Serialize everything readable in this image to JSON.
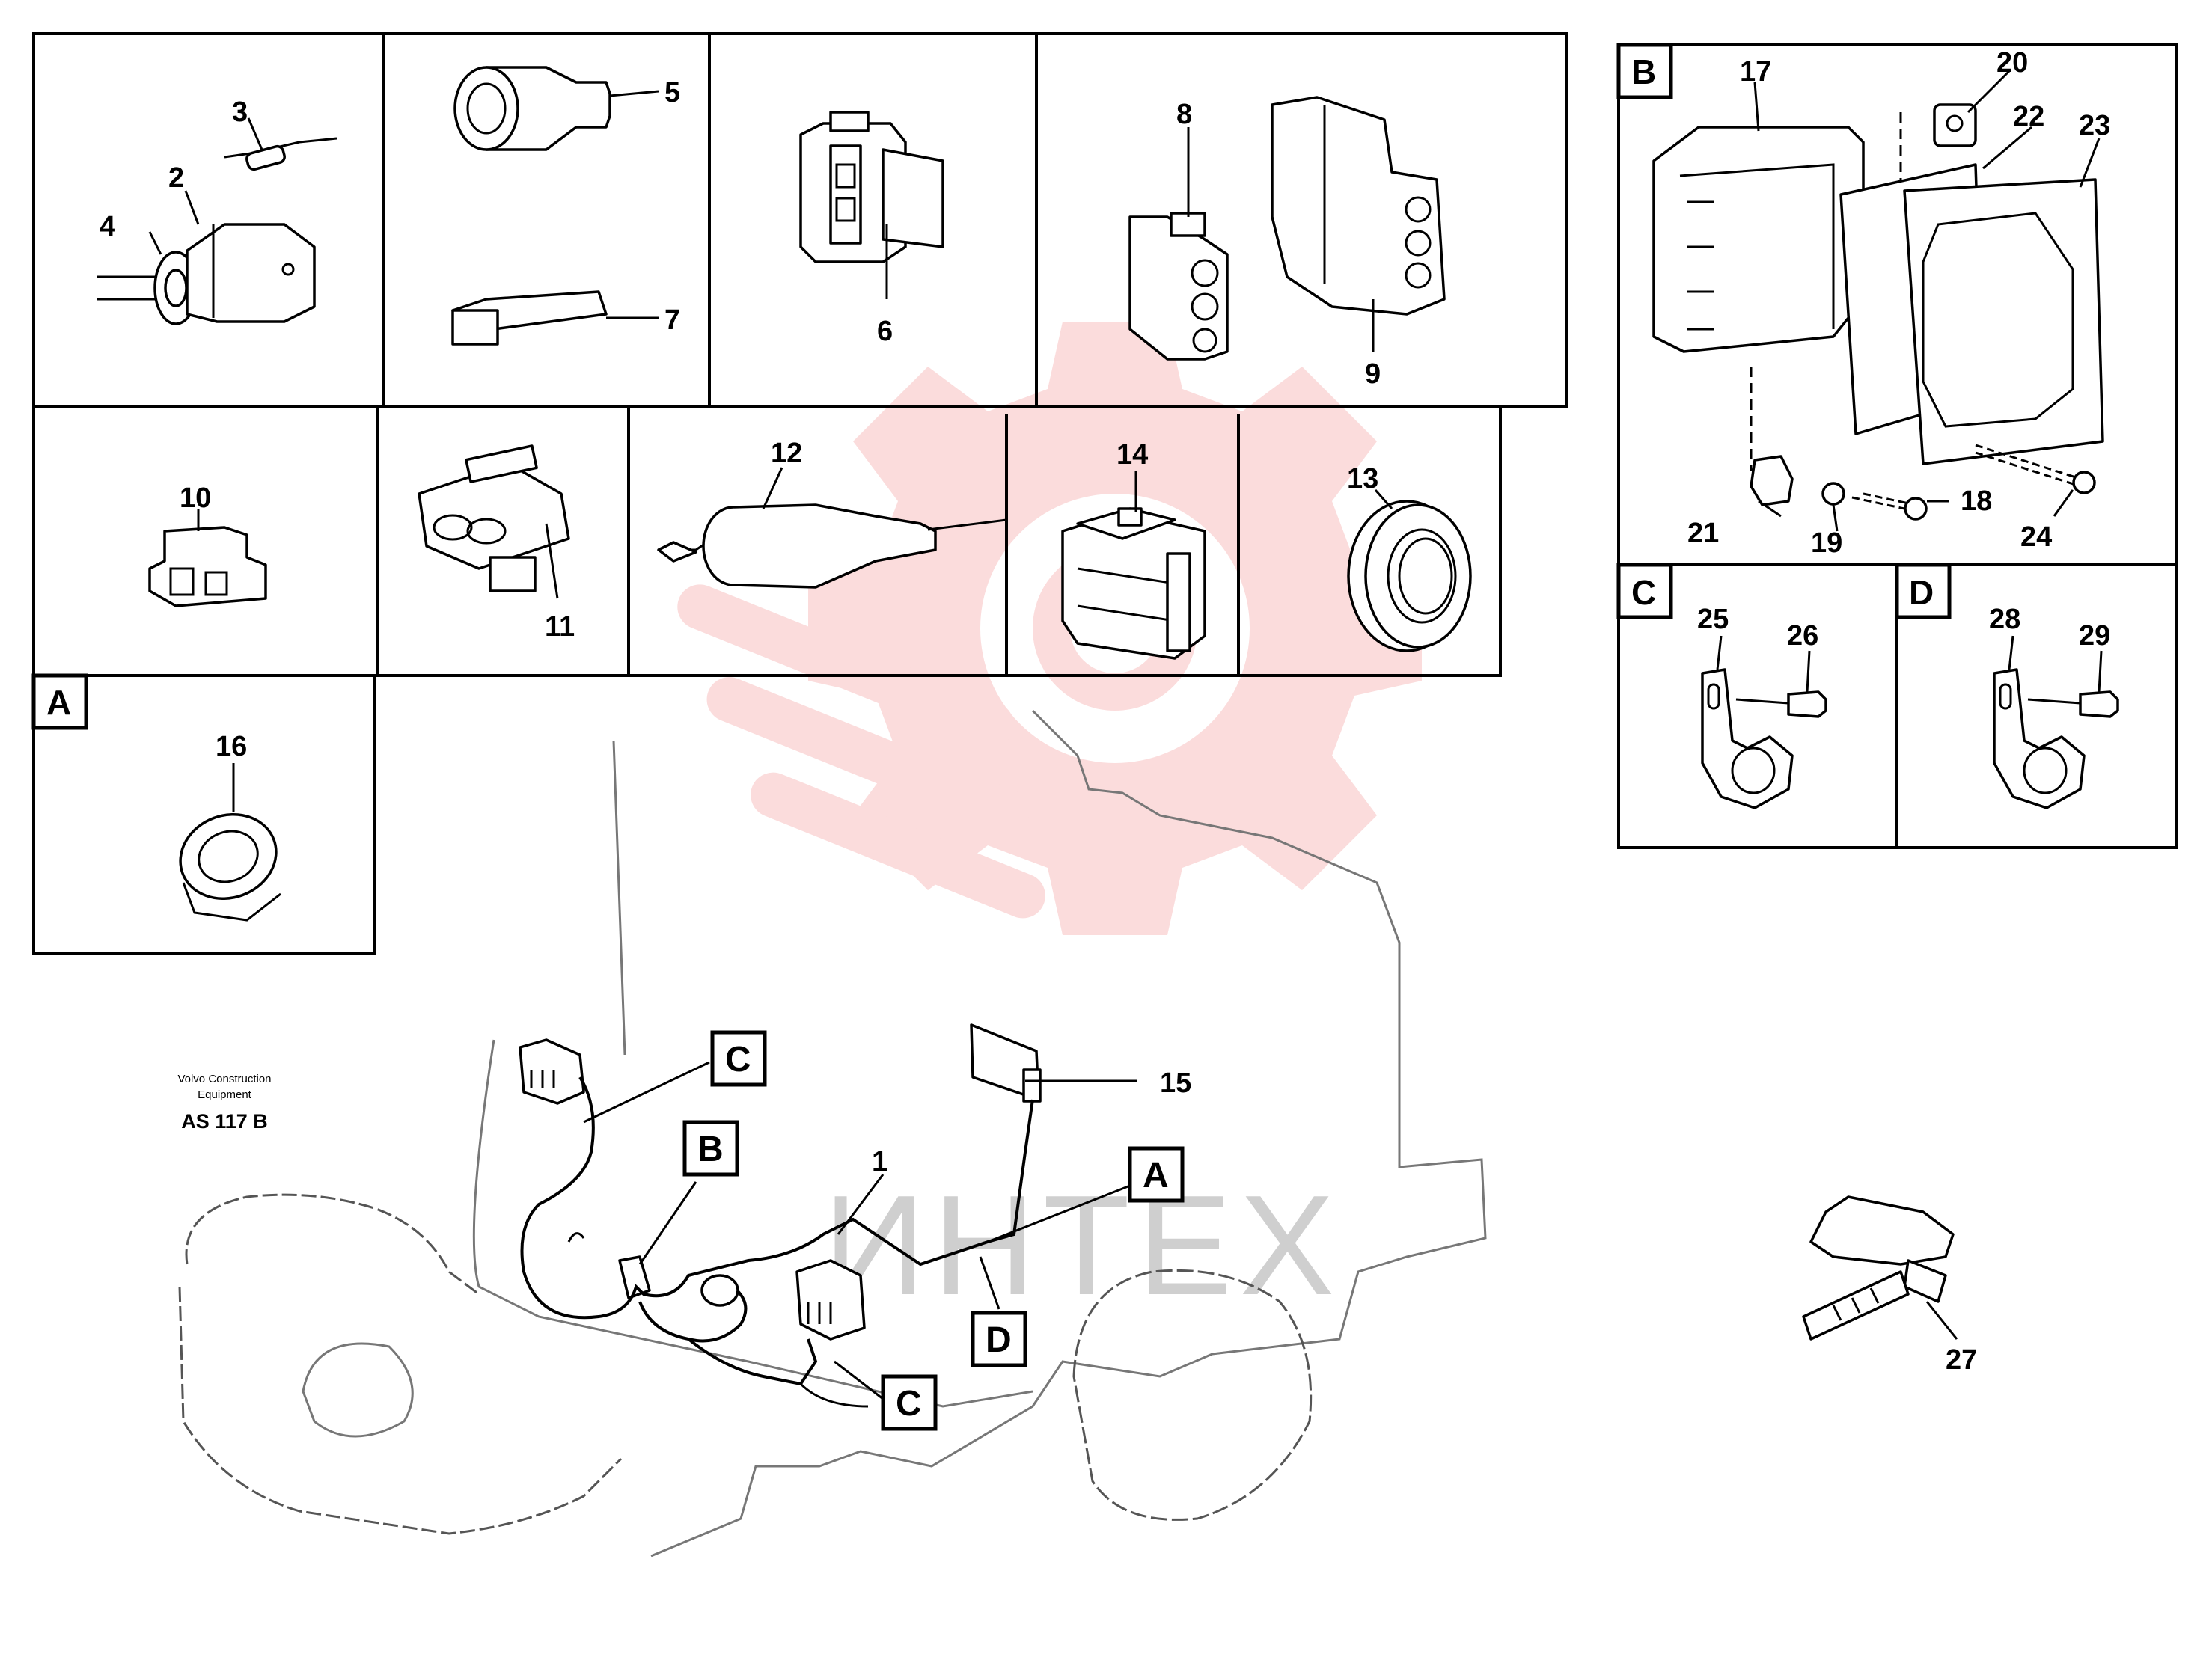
{
  "parts": {
    "p1": "1",
    "p2": "2",
    "p3": "3",
    "p4": "4",
    "p5": "5",
    "p6": "6",
    "p7": "7",
    "p8": "8",
    "p9": "9",
    "p10": "10",
    "p11": "11",
    "p12": "12",
    "p13": "13",
    "p14": "14",
    "p15": "15",
    "p16": "16",
    "p17": "17",
    "p18": "18",
    "p19": "19",
    "p20": "20",
    "p21": "21",
    "p22": "22",
    "p23": "23",
    "p24": "24",
    "p25": "25",
    "p26": "26",
    "p27": "27",
    "p28": "28",
    "p29": "29"
  },
  "sections": {
    "a": "A",
    "b": "B",
    "c": "C",
    "d": "D"
  },
  "callouts": {
    "c1": "C",
    "b": "B",
    "a": "A",
    "d": "D",
    "c2": "C"
  },
  "footer": {
    "brand_line1": "Volvo Construction",
    "brand_line2": "Equipment",
    "code": "AS 117 B"
  },
  "watermark": {
    "text": "ИНТЕХ",
    "color": "#f29a9a"
  }
}
